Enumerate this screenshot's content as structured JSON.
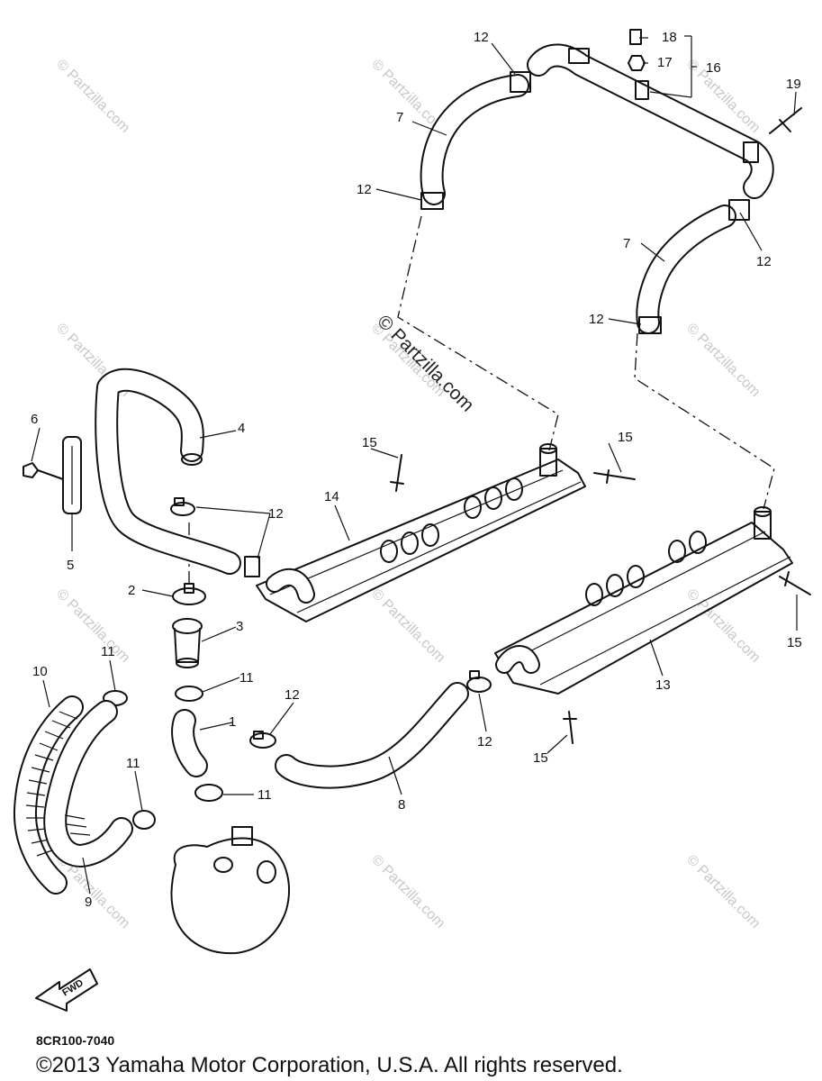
{
  "diagram": {
    "watermarks": [
      "© Partzilla.com",
      "© Partzilla.com",
      "© Partzilla.com",
      "© Partzilla.com",
      "© Partzilla.com",
      "© Partzilla.com",
      "© Partzilla.com",
      "© Partzilla.com",
      "© Partzilla.com",
      "© Partzilla.com",
      "© Partzilla.com",
      "© Partzilla.com"
    ],
    "center_watermark": "© Partzilla.com",
    "callouts": [
      "12",
      "18",
      "17",
      "16",
      "19",
      "7",
      "12",
      "12",
      "7",
      "12",
      "6",
      "4",
      "15",
      "15",
      "14",
      "12",
      "5",
      "2",
      "3",
      "11",
      "11",
      "10",
      "1",
      "12",
      "13",
      "15",
      "11",
      "11",
      "8",
      "12",
      "15",
      "9",
      "12"
    ],
    "fwd_label": "FWD",
    "diagram_code": "8CR100-7040",
    "copyright": "©2013 Yamaha Motor Corporation, U.S.A. All rights reserved."
  }
}
